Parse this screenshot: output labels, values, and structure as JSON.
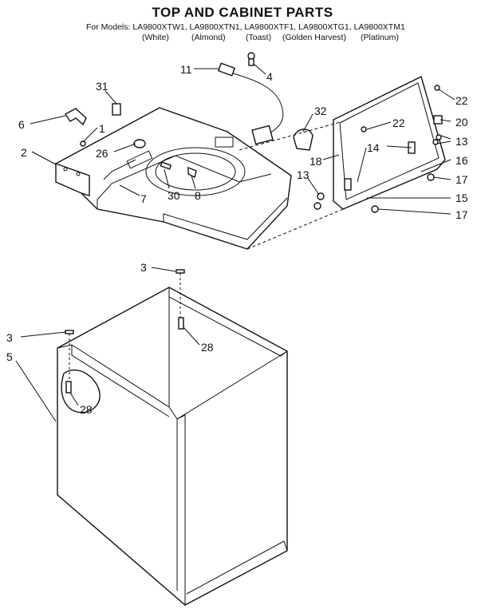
{
  "title": "TOP AND CABINET PARTS",
  "models_line": "For Models: LA9800XTW1, LA9800XTN1, LA9800XTF1, LA9800XTG1, LA9800XTM1",
  "colors": [
    "(White)",
    "(Almond)",
    "(Toast)",
    "(Golden Harvest)",
    "(Platinum)"
  ],
  "callouts": {
    "c1": "1",
    "c2": "2",
    "c3a": "3",
    "c3b": "3",
    "c4": "4",
    "c5": "5",
    "c6": "6",
    "c7": "7",
    "c8": "8",
    "c11": "11",
    "c13a": "13",
    "c13b": "13",
    "c14": "14",
    "c15": "15",
    "c16": "16",
    "c17a": "17",
    "c17b": "17",
    "c18": "18",
    "c20": "20",
    "c22a": "22",
    "c22b": "22",
    "c26": "26",
    "c28a": "28",
    "c28b": "28",
    "c30": "30",
    "c31": "31",
    "c32": "32"
  }
}
